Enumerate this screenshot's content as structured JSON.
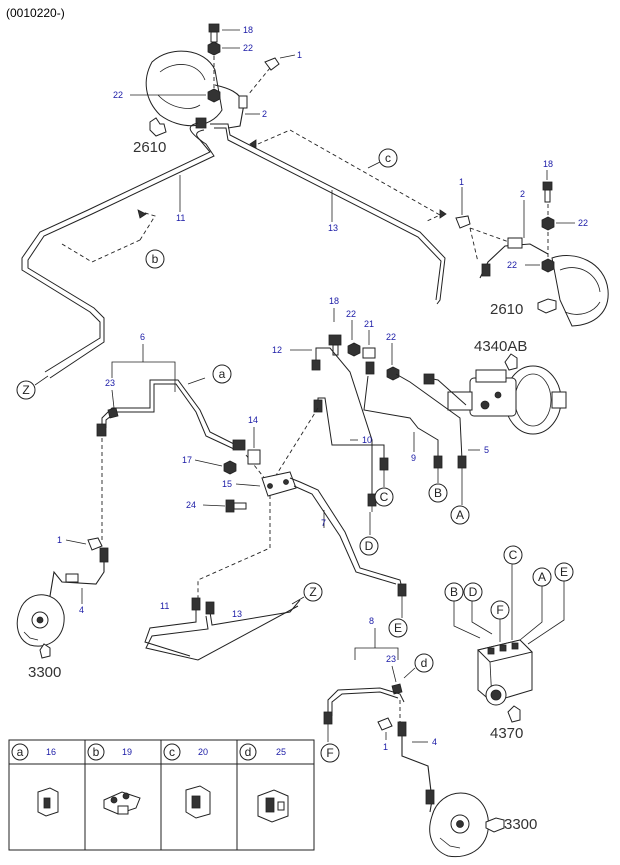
{
  "header": {
    "code": "(0010220-)"
  },
  "assembly_refs": {
    "top_left": "2610",
    "top_right": "2610",
    "booster": "4340AB",
    "rear_left": "3300",
    "rear_right": "3300",
    "hecu": "4370"
  },
  "callouts": {
    "n18a": "18",
    "n22a": "22",
    "n1a": "1",
    "n22b": "22",
    "n2a": "2",
    "n11a": "11",
    "n13a": "13",
    "n1b": "1",
    "n2b": "2",
    "n18b": "18",
    "n22c": "22",
    "n22d": "22",
    "n6": "6",
    "n23a": "23",
    "n18c": "18",
    "n22e": "22",
    "n21": "21",
    "n22f": "22",
    "n12": "12",
    "n14": "14",
    "n10": "10",
    "n9": "9",
    "n5": "5",
    "n17": "17",
    "n15": "15",
    "n24": "24",
    "n7": "7",
    "n1c": "1",
    "n4a": "4",
    "n11b": "11",
    "n13b": "13",
    "n8": "8",
    "n23b": "23",
    "n1d": "1",
    "n4b": "4"
  },
  "letters": {
    "a": "a",
    "b": "b",
    "c": "c",
    "d": "d",
    "Z1": "Z",
    "Z2": "Z",
    "A1": "A",
    "B1": "B",
    "C1": "C",
    "D1": "D",
    "E1": "E",
    "F1": "F",
    "A2": "A",
    "B2": "B",
    "C2": "C",
    "D2": "D",
    "E2": "E",
    "F2": "F"
  },
  "legend_table": {
    "cells": [
      {
        "letter": "a",
        "part": "16"
      },
      {
        "letter": "b",
        "part": "19"
      },
      {
        "letter": "c",
        "part": "20"
      },
      {
        "letter": "d",
        "part": "25"
      }
    ]
  }
}
